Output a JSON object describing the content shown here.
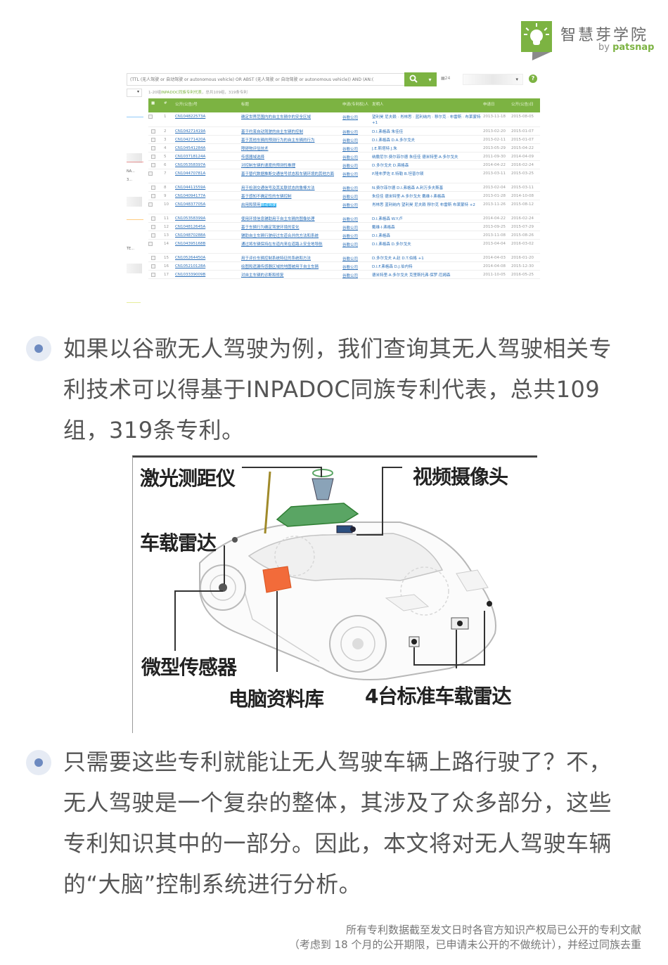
{
  "logo": {
    "title": "智慧芽学院",
    "by": "by ",
    "brand": "patsnap",
    "accent_color": "#7cb342"
  },
  "search_screenshot": {
    "query": "(TTL (无人驾驶 or 自动驾驶 or autonomous vehicle) OR ABST (无人驾驶 or 自动驾驶 or autonomous vehicle)) AND (AN:(",
    "search_icon": "search-icon",
    "search_dropdown_caret": "▾",
    "result_count_badge": "24",
    "help_icon": "?",
    "left_dropdown_caret": "▾",
    "summary": {
      "range": "1-20组",
      "family_label": "INPADOC同族专利代表",
      "totals": "，总共109组，319条专利"
    },
    "columns": [
      "",
      "#",
      "公开(公告)号",
      "标题",
      "申请(专利权)人",
      "发明人",
      "申请日",
      "公开(公告)日"
    ],
    "rows": [
      {
        "n": "1",
        "pub": "CN104822573A",
        "title": "确定世界范围内的自主车辆中的安全区域",
        "title_hl": "",
        "assignee": "谷歌公司",
        "inventors": "望利昊 尼夫赖 · 肖林思 · 蓝利纳内 · 穆尔克 · 布雷斯 · 布莱蒙特 +1",
        "filed": "2013-11-18",
        "published": "2015-08-05"
      },
      {
        "n": "2",
        "pub": "CN104271419A",
        "title": "基于约束自动驾驶的自主车辆的控制",
        "assignee": "谷歌公司",
        "inventors": "D.I.弗格森 朱佳佳",
        "filed": "2013-02-20",
        "published": "2015-01-07"
      },
      {
        "n": "3",
        "pub": "CN104271420A",
        "title": "基于其他车辆的预测行为的自主车辆的行为",
        "assignee": "谷歌公司",
        "inventors": "D.I.弗格森 D.A.多尔戈夫",
        "filed": "2013-02-11",
        "published": "2015-01-07"
      },
      {
        "n": "4",
        "pub": "CN104541284A",
        "title": "障碍物评估技术",
        "assignee": "谷歌公司",
        "inventors": "J.E.斯塔特 J.朱",
        "filed": "2013-05-29",
        "published": "2015-04-22"
      },
      {
        "n": "5",
        "pub": "CN103718124A",
        "title": "传感器域选择",
        "assignee": "谷歌公司",
        "inventors": "纳撒尼尔·费尔菲尔德 朱佳佳 德米特里·A·多尔戈夫",
        "filed": "2011-09-30",
        "published": "2014-04-09"
      },
      {
        "n": "6",
        "pub": "CN105358397A",
        "title": "对控制车辆的速度的预测性推理",
        "assignee": "谷歌公司",
        "inventors": "D.多尔戈夫 D.弗格森",
        "filed": "2014-04-22",
        "published": "2016-02-24"
      },
      {
        "n": "7",
        "pub": "CN104470781A",
        "title": "基于替代数据推断交通信号状态和车辆环境的其他方面",
        "assignee": "谷歌公司",
        "inventors": "P.隆布罗佐 E.特勒 B.坦普尔顿",
        "filed": "2013-03-11",
        "published": "2015-03-25"
      },
      {
        "n": "8",
        "pub": "CN104411559A",
        "title": "用于检测交通信号及其关联状态的鲁棒方法",
        "assignee": "谷歌公司",
        "inventors": "N.费尔菲尔德 D.I.弗格森 A.利万多夫斯基",
        "filed": "2013-02-04",
        "published": "2015-03-11"
      },
      {
        "n": "9",
        "pub": "CN104094177A",
        "title": "基于感知不确定性的车辆控制",
        "assignee": "谷歌公司",
        "inventors": "朱佳佳 德米特里·A·多尔戈夫 戴维·I·弗格森",
        "filed": "2013-01-28",
        "published": "2014-10-08"
      },
      {
        "n": "10",
        "pub": "CN104837705A",
        "title": "启用和禁用自动驾驶",
        "title_hl": "自动驾驶",
        "assignee": "谷歌公司",
        "inventors": "肖林思 蓝利纳内 望利昊 尼夫赖 穆尔克 布雷斯 布莱蒙特 +2",
        "filed": "2013-11-26",
        "published": "2015-08-12"
      },
      {
        "n": "11",
        "pub": "CN105358399A",
        "title": "使用环境信息辅助用于自主车辆的图像处理",
        "assignee": "谷歌公司",
        "inventors": "D.I.弗格森 W.Y.卢",
        "filed": "2014-04-22",
        "published": "2016-02-24"
      },
      {
        "n": "12",
        "pub": "CN104812645A",
        "title": "基于车辆行为确定驾驶环境的变化",
        "assignee": "谷歌公司",
        "inventors": "戴维·I·弗格森",
        "filed": "2013-09-25",
        "published": "2015-07-29"
      },
      {
        "n": "13",
        "pub": "CN104870288A",
        "title": "辅助自主车辆行驶经过车道合并的方法和系统",
        "assignee": "谷歌公司",
        "inventors": "D.I.弗格森",
        "filed": "2013-11-08",
        "published": "2015-08-26"
      },
      {
        "n": "14",
        "pub": "CN104395168B",
        "title": "通过将车辆保持在车道内来在道路上安全地导航",
        "assignee": "谷歌公司",
        "inventors": "D.I.弗格森 D.多尔戈夫",
        "filed": "2013-04-04",
        "published": "2016-03-02"
      },
      {
        "n": "15",
        "pub": "CN105264450A",
        "title": "用于评价车辆控制系统特征的系统和方法",
        "assignee": "谷歌公司",
        "inventors": "D.多尔戈夫 A.赵 D.T.伯格 +1",
        "filed": "2014-04-03",
        "published": "2016-01-20"
      },
      {
        "n": "16",
        "pub": "CN105210128A",
        "title": "绘图和遗漏传感器区域的地图被用于自主车辆",
        "assignee": "谷歌公司",
        "inventors": "D.I.F.弗格森 D.J.伯内特",
        "filed": "2014-04-08",
        "published": "2015-12-30"
      },
      {
        "n": "17",
        "pub": "CN103339009B",
        "title": "对自主车辆的诊断和修复",
        "assignee": "谷歌公司",
        "inventors": "德米特里·A·多尔戈夫 克里斯托弗·保罗·厄姆森",
        "filed": "2011-10-05",
        "published": "2016-05-25"
      }
    ],
    "sidebar_fragments": [
      "NA...",
      "3...",
      "TE..."
    ]
  },
  "paragraph1": {
    "lines": [
      "如果以谷歌无人驾驶为例，我们查询其无人驾驶相关专",
      "利技术可以得基于INPADOC同族专利代表，总共109",
      "组，319条专利。"
    ],
    "bullet_color": "#6d8ac0"
  },
  "diagram": {
    "labels": {
      "lidar": "激光测距仪",
      "camera": "视频摄像头",
      "vehicle_radar": "车载雷达",
      "micro_sensor": "微型传感器",
      "computer_database": "电脑资料库",
      "four_radars": "4台标准车载雷达"
    },
    "roof_rack_color": "#5aa564",
    "computer_box_color": "#f26b3a"
  },
  "paragraph2": {
    "lines": [
      "只需要这些专利就能让无人驾驶车辆上路行驶了？不，",
      "无人驾驶是一个复杂的整体，其涉及了众多部分，这些",
      "专利知识其中的一部分。因此，本文将对无人驾驶车辆",
      "的“大脑”控制系统进行分析。"
    ]
  },
  "footnote": {
    "line1": "所有专利数据截至发文日时各官方知识产权局已公开的专利文献",
    "line2": "（考虑到 18 个月的公开期限，已申请未公开的不做统计），并经过同族去重"
  }
}
